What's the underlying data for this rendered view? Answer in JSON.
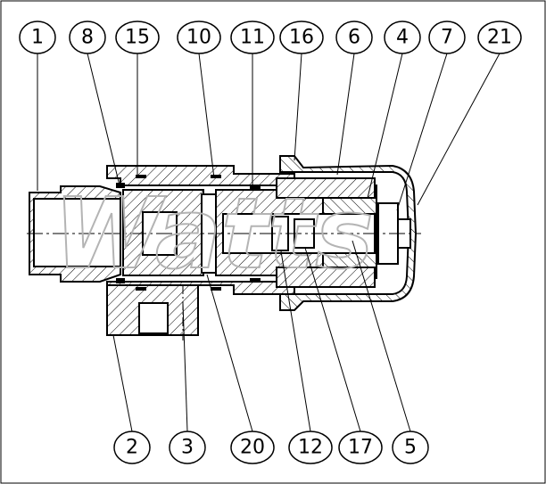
{
  "diagram": {
    "title": "Valve cross-section with part callouts",
    "watermark": "Watts",
    "top_callouts": [
      "1",
      "8",
      "15",
      "10",
      "11",
      "16",
      "6",
      "4",
      "7",
      "21"
    ],
    "bottom_callouts": [
      "2",
      "3",
      "20",
      "12",
      "17",
      "5"
    ]
  }
}
